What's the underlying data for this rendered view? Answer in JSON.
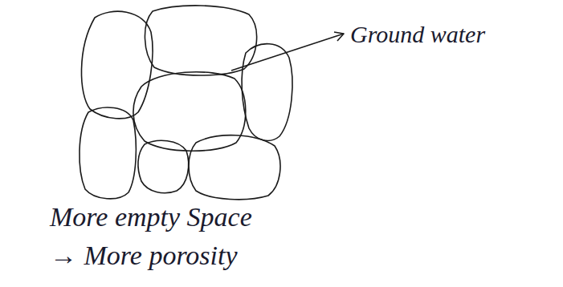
{
  "diagram": {
    "labels": [
      "Ground water",
      "More empty Space",
      "→ More porosity"
    ]
  }
}
